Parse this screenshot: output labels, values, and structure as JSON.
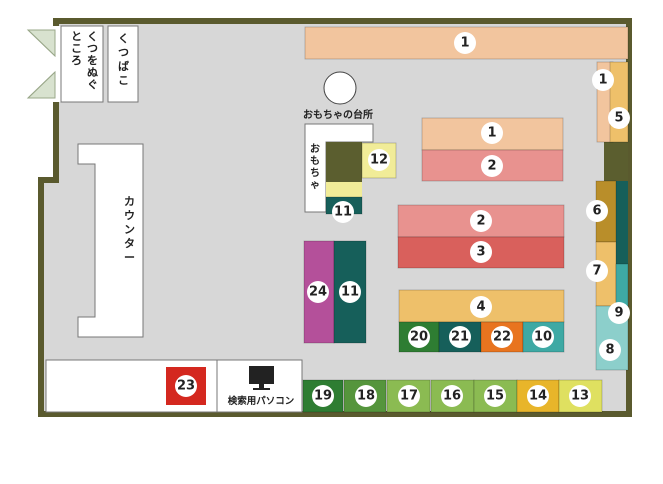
{
  "labels": {
    "shoe_off": "くつをぬぐところ",
    "shoe_box": "くつばこ",
    "toy_area": "おもちゃの台所",
    "toy": "おもちゃ",
    "counter": "カウンター",
    "search_pc": "検索用パソコン"
  },
  "colors": {
    "wall": "#5a5a2e",
    "floor": "#d7d7d7",
    "peach": "#f2c59e",
    "pink": "#e8928f",
    "red": "#d9605c",
    "yellow_orange": "#eec06a",
    "light_yellow": "#f1ec98",
    "dark_olive": "#5b5e2f",
    "teal_dark": "#165f5a",
    "teal": "#3ea9a4",
    "light_teal": "#8ccfcb",
    "purple": "#b4509a",
    "mustard": "#b98e2a",
    "green_dark": "#2e7d32",
    "green_mid": "#55953c",
    "green_light": "#8bbb52",
    "orange": "#e8741f",
    "bright_red": "#d4281f",
    "gold": "#e8b52a",
    "lime_yellow": "#dfe060"
  },
  "shelves": [
    {
      "id": "s1_top",
      "label": "1"
    },
    {
      "id": "s1_right",
      "label": "1"
    },
    {
      "id": "s5",
      "label": "5"
    },
    {
      "id": "s1_mid",
      "label": "1"
    },
    {
      "id": "s2_mid",
      "label": "2"
    },
    {
      "id": "s12",
      "label": "12"
    },
    {
      "id": "s11_small",
      "label": "11"
    },
    {
      "id": "s2_big",
      "label": "2"
    },
    {
      "id": "s3",
      "label": "3"
    },
    {
      "id": "s6",
      "label": "6"
    },
    {
      "id": "s7",
      "label": "7"
    },
    {
      "id": "s9",
      "label": "9"
    },
    {
      "id": "s8",
      "label": "8"
    },
    {
      "id": "s24",
      "label": "24"
    },
    {
      "id": "s11_tall",
      "label": "11"
    },
    {
      "id": "s4",
      "label": "4"
    },
    {
      "id": "s20",
      "label": "20"
    },
    {
      "id": "s21",
      "label": "21"
    },
    {
      "id": "s22",
      "label": "22"
    },
    {
      "id": "s10",
      "label": "10"
    },
    {
      "id": "s23",
      "label": "23"
    },
    {
      "id": "s19",
      "label": "19"
    },
    {
      "id": "s18",
      "label": "18"
    },
    {
      "id": "s17",
      "label": "17"
    },
    {
      "id": "s16",
      "label": "16"
    },
    {
      "id": "s15",
      "label": "15"
    },
    {
      "id": "s14",
      "label": "14"
    },
    {
      "id": "s13",
      "label": "13"
    }
  ]
}
